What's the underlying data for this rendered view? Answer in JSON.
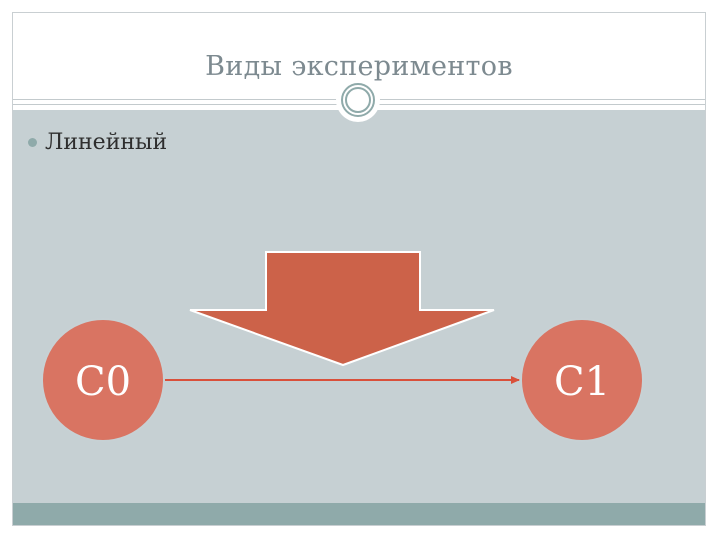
{
  "slide": {
    "title": "Виды экспериментов",
    "bullets": [
      {
        "text": "Линейный"
      }
    ]
  },
  "diagram": {
    "start_node": "C0",
    "end_node": "C1"
  },
  "colors": {
    "content_background": "#c6d0d3",
    "accent_teal": "#8faaaa",
    "node_fill": "#d97462",
    "arrow_fill": "#cc6249",
    "connector_line": "#d9503a"
  },
  "icons": {
    "emblem": "ring-emblem-icon",
    "bullet": "bullet-dot-icon"
  }
}
